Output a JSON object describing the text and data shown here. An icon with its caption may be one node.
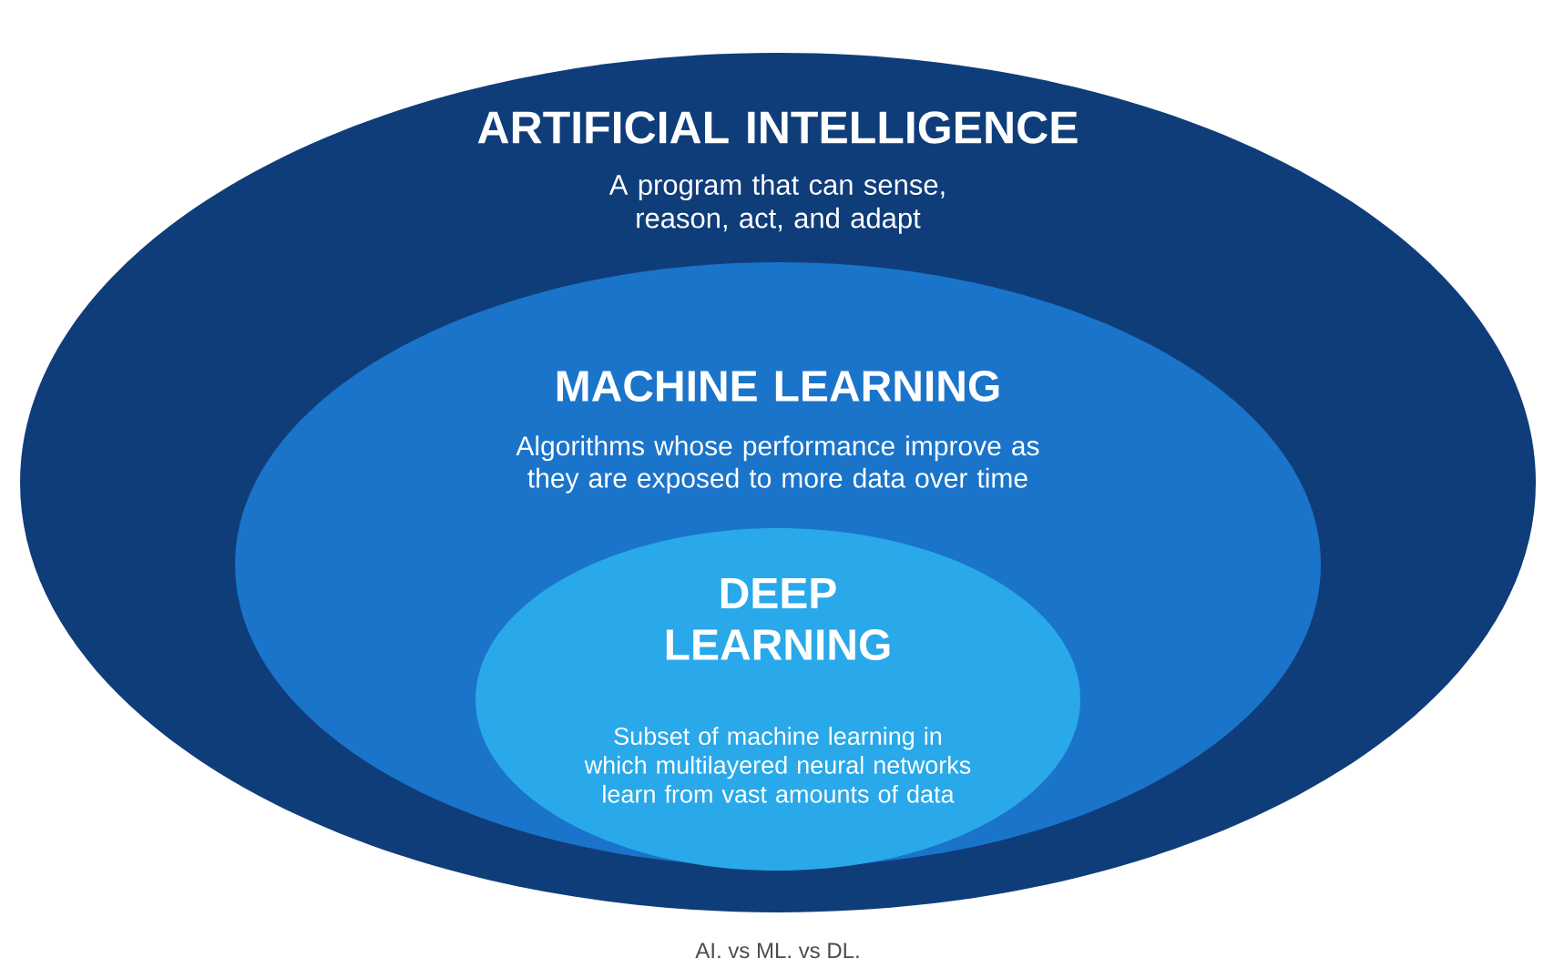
{
  "diagram": {
    "caption": "AI. vs ML. vs DL.",
    "nodes": [
      {
        "text": [
          "ARTIFICIAL INTELLIGENCE",
          "A program that can sense, reason, act, and adapt"
        ]
      },
      {
        "text": [
          "MACHINE LEARNING",
          "Algorithms whose performance improve as they are exposed to more data over time"
        ],
        "in": 0
      },
      {
        "text": [
          "DEEP LEARNING",
          "Subset of machine learning in which multilayered neural networks learn from vast amounts of data"
        ],
        "in": 1
      }
    ]
  }
}
